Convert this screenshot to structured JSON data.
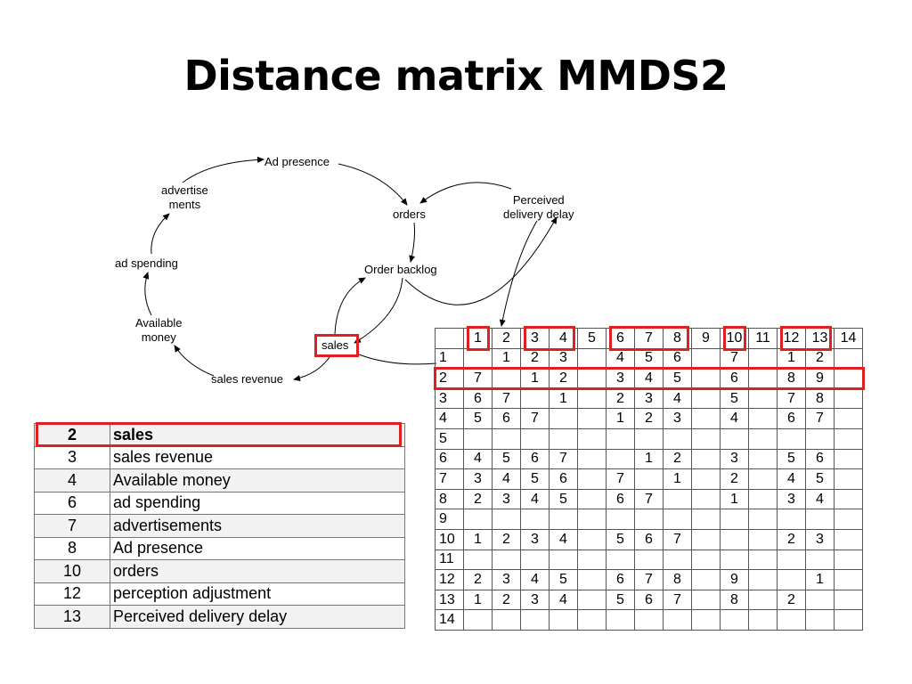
{
  "title": "Distance matrix MMDS2",
  "diagram": {
    "nodes": {
      "ad_presence": "Ad presence",
      "advertisements": [
        "advertise",
        "ments"
      ],
      "orders": "orders",
      "perceived_delay": [
        "Perceived",
        "delivery delay"
      ],
      "ad_spending": "ad spending",
      "order_backlog": "Order backlog",
      "available_money": [
        "Available",
        "money"
      ],
      "sales": "sales",
      "sales_revenue": "sales revenue"
    }
  },
  "legend": {
    "rows": [
      {
        "num": "2",
        "name": "sales",
        "highlighted": true
      },
      {
        "num": "3",
        "name": "sales revenue"
      },
      {
        "num": "4",
        "name": "Available money"
      },
      {
        "num": "6",
        "name": "ad spending"
      },
      {
        "num": "7",
        "name": "advertisements"
      },
      {
        "num": "8",
        "name": "Ad presence"
      },
      {
        "num": "10",
        "name": "orders"
      },
      {
        "num": "12",
        "name": "perception adjustment"
      },
      {
        "num": "13",
        "name": "Perceived delivery delay"
      }
    ]
  },
  "matrix": {
    "columns": [
      "1",
      "2",
      "3",
      "4",
      "5",
      "6",
      "7",
      "8",
      "9",
      "10",
      "11",
      "12",
      "13",
      "14"
    ],
    "highlighted_columns": [
      "1",
      "3",
      "4",
      "6",
      "7",
      "8",
      "10",
      "12",
      "13"
    ],
    "highlighted_row": "2",
    "rows": [
      {
        "label": "1",
        "cells": [
          "",
          "1",
          "2",
          "3",
          "",
          "4",
          "5",
          "6",
          "",
          "7",
          "",
          "1",
          "2",
          ""
        ]
      },
      {
        "label": "2",
        "cells": [
          "7",
          "",
          "1",
          "2",
          "",
          "3",
          "4",
          "5",
          "",
          "6",
          "",
          "8",
          "9",
          ""
        ]
      },
      {
        "label": "3",
        "cells": [
          "6",
          "7",
          "",
          "1",
          "",
          "2",
          "3",
          "4",
          "",
          "5",
          "",
          "7",
          "8",
          ""
        ]
      },
      {
        "label": "4",
        "cells": [
          "5",
          "6",
          "7",
          "",
          "",
          "1",
          "2",
          "3",
          "",
          "4",
          "",
          "6",
          "7",
          ""
        ]
      },
      {
        "label": "5",
        "cells": [
          "",
          "",
          "",
          "",
          "",
          "",
          "",
          "",
          "",
          "",
          "",
          "",
          "",
          ""
        ]
      },
      {
        "label": "6",
        "cells": [
          "4",
          "5",
          "6",
          "7",
          "",
          "",
          "1",
          "2",
          "",
          "3",
          "",
          "5",
          "6",
          ""
        ]
      },
      {
        "label": "7",
        "cells": [
          "3",
          "4",
          "5",
          "6",
          "",
          "7",
          "",
          "1",
          "",
          "2",
          "",
          "4",
          "5",
          ""
        ]
      },
      {
        "label": "8",
        "cells": [
          "2",
          "3",
          "4",
          "5",
          "",
          "6",
          "7",
          "",
          "",
          "1",
          "",
          "3",
          "4",
          ""
        ]
      },
      {
        "label": "9",
        "cells": [
          "",
          "",
          "",
          "",
          "",
          "",
          "",
          "",
          "",
          "",
          "",
          "",
          "",
          ""
        ]
      },
      {
        "label": "10",
        "cells": [
          "1",
          "2",
          "3",
          "4",
          "",
          "5",
          "6",
          "7",
          "",
          "",
          "",
          "2",
          "3",
          ""
        ]
      },
      {
        "label": "11",
        "cells": [
          "",
          "",
          "",
          "",
          "",
          "",
          "",
          "",
          "",
          "",
          "",
          "",
          "",
          ""
        ]
      },
      {
        "label": "12",
        "cells": [
          "2",
          "3",
          "4",
          "5",
          "",
          "6",
          "7",
          "8",
          "",
          "9",
          "",
          "",
          "1",
          ""
        ]
      },
      {
        "label": "13",
        "cells": [
          "1",
          "2",
          "3",
          "4",
          "",
          "5",
          "6",
          "7",
          "",
          "8",
          "",
          "2",
          "",
          ""
        ]
      },
      {
        "label": "14",
        "cells": [
          "",
          "",
          "",
          "",
          "",
          "",
          "",
          "",
          "",
          "",
          "",
          "",
          "",
          ""
        ]
      }
    ]
  },
  "colors": {
    "highlight": "#e02020",
    "grid": "#555555",
    "legend_shade": "#f2f2f2"
  }
}
